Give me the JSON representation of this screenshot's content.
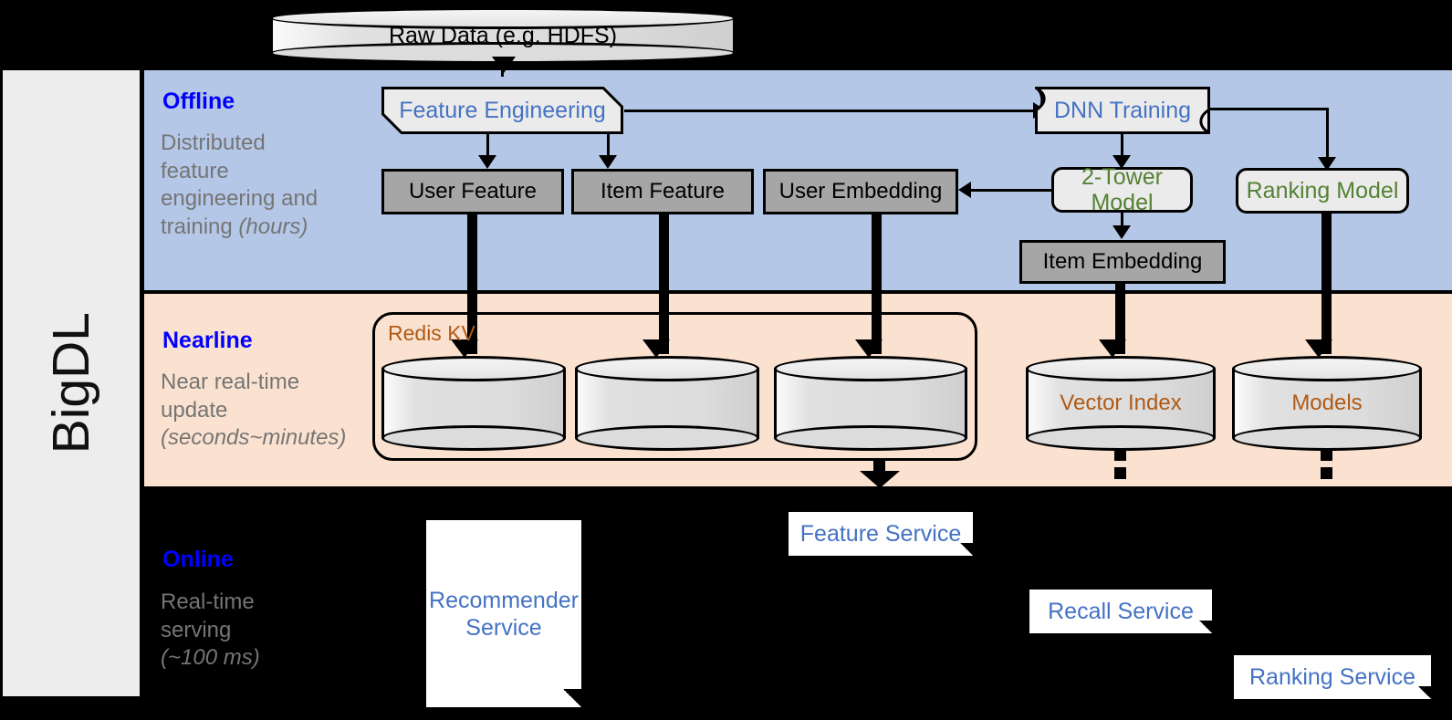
{
  "rail": {
    "label": "BigDL"
  },
  "layers": [
    {
      "id": "offline",
      "title": "Offline",
      "subtitle_lines": [
        "Distributed",
        "feature",
        "engineering and",
        "training "
      ],
      "subtitle_emphasis": "(hours)",
      "color": "#b4c7e7"
    },
    {
      "id": "nearline",
      "title": "Nearline",
      "subtitle_lines": [
        "Near real-time",
        "update "
      ],
      "subtitle_emphasis": "(seconds~minutes)",
      "color": "#fbe2d0"
    },
    {
      "id": "online",
      "title": "Online",
      "subtitle_lines": [
        "Real-time",
        "serving "
      ],
      "subtitle_emphasis": "(~100 ms)",
      "color": "#000000"
    }
  ],
  "source": {
    "raw_data": "Raw Data (e.g. HDFS)"
  },
  "offline": {
    "feature_engineering": "Feature Engineering",
    "dnn_training": "DNN Training",
    "user_feature": "User Feature",
    "item_feature": "Item Feature",
    "user_embedding": "User Embedding",
    "two_tower_model": "2-Tower Model",
    "ranking_model": "Ranking Model",
    "item_embedding": "Item Embedding"
  },
  "nearline": {
    "redis_kv": "Redis KV",
    "store_1": "",
    "store_2": "",
    "store_3": "",
    "vector_index": "Vector Index",
    "models": "Models"
  },
  "online": {
    "recommender_service": "Recommender\nService",
    "recommender_service_l1": "Recommender",
    "recommender_service_l2": "Service",
    "feature_service": "Feature Service",
    "recall_service": "Recall Service",
    "ranking_service": "Ranking Service"
  },
  "colors": {
    "offline_band": "#b4c7e7",
    "nearline_band": "#fbe2d0",
    "online_band": "#000000",
    "rail": "#ededed",
    "title_blue": "#0000ff",
    "text_blue": "#4472c4",
    "text_green": "#548235",
    "text_brown": "#b05a15",
    "gray_box": "#a6a6a6",
    "light_box": "#ebebeb",
    "subtitle_gray": "#757575"
  }
}
